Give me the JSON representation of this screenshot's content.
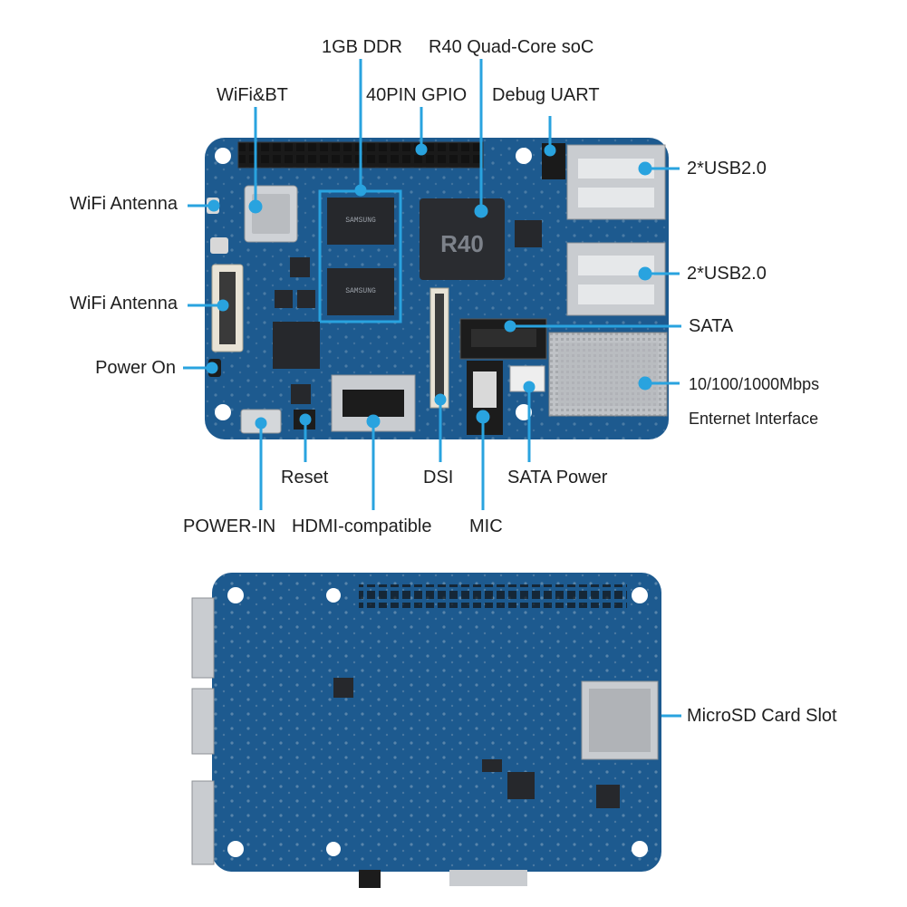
{
  "colors": {
    "board": "#1d5a8f",
    "board_dark": "#143f66",
    "callout": "#29a3df",
    "metal": "#c9ccd0",
    "chip": "#2a2c30"
  },
  "top_view": {
    "labels": {
      "ddr": "1GB DDR",
      "soc": "R40 Quad-Core soC",
      "wifi_bt": "WiFi&BT",
      "gpio": "40PIN GPIO",
      "debug_uart": "Debug UART",
      "wifi_antenna_1": "WiFi Antenna",
      "wifi_antenna_2": "WiFi Antenna",
      "power_on": "Power On",
      "usb_top": "2*USB2.0",
      "usb_bottom": "2*USB2.0",
      "sata": "SATA",
      "ethernet_line1": "10/100/1000Mbps",
      "ethernet_line2": "Enternet Interface",
      "reset": "Reset",
      "dsi": "DSI",
      "sata_power": "SATA Power",
      "power_in": "POWER-IN",
      "hdmi": "HDMI-compatible",
      "mic": "MIC"
    },
    "soc_marking": "R40"
  },
  "bottom_view": {
    "labels": {
      "microsd": "MicroSD Card Slot"
    }
  }
}
